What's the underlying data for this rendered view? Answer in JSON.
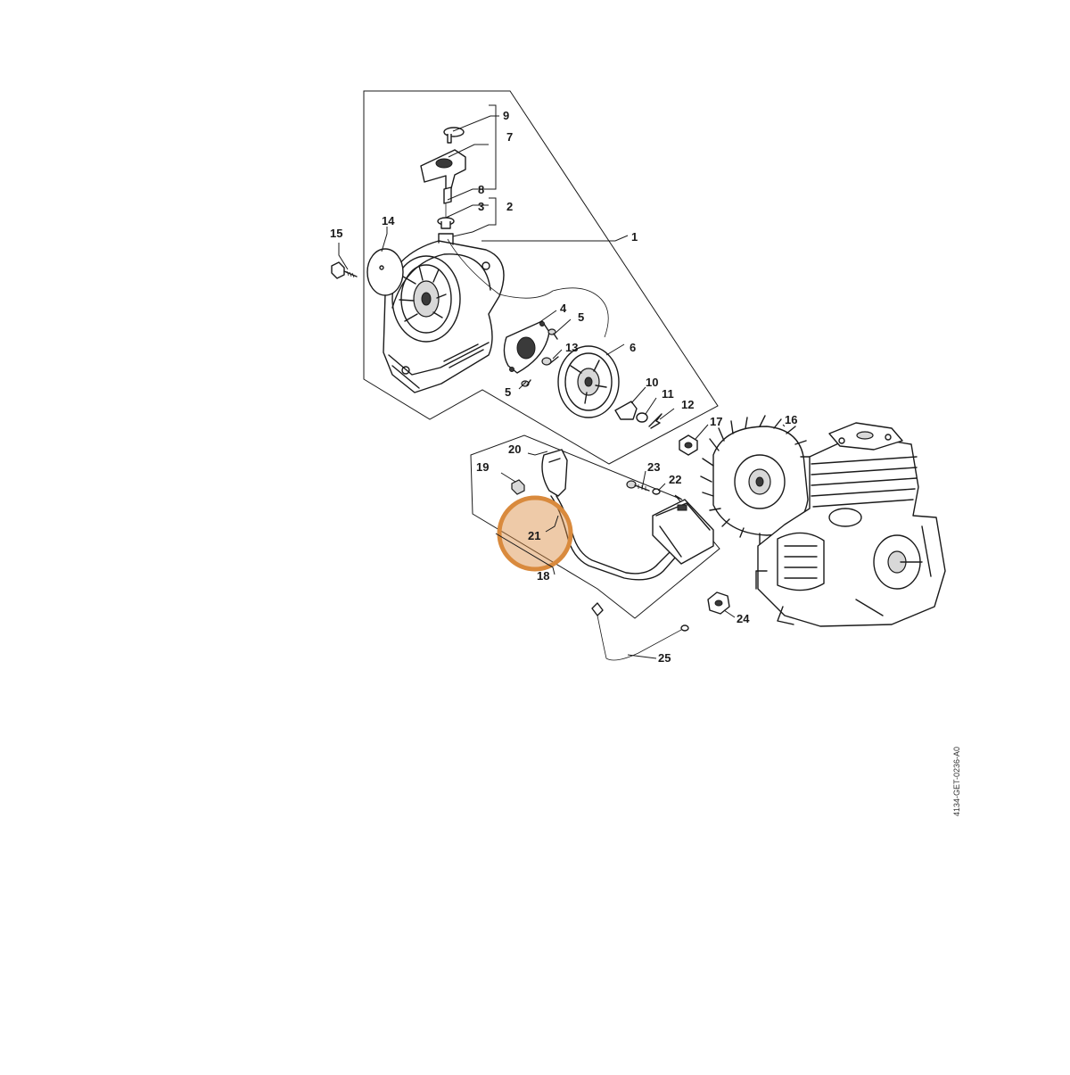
{
  "diagram": {
    "document_number": "4134-GET-0236-A0",
    "highlight": {
      "part": "21",
      "color": "#d98a3d"
    },
    "parts": [
      {
        "id": "p1",
        "label": "1"
      },
      {
        "id": "p2",
        "label": "2"
      },
      {
        "id": "p3",
        "label": "3"
      },
      {
        "id": "p4",
        "label": "4"
      },
      {
        "id": "p5a",
        "label": "5"
      },
      {
        "id": "p5b",
        "label": "5"
      },
      {
        "id": "p6",
        "label": "6"
      },
      {
        "id": "p7",
        "label": "7"
      },
      {
        "id": "p8",
        "label": "8"
      },
      {
        "id": "p9",
        "label": "9"
      },
      {
        "id": "p10",
        "label": "10"
      },
      {
        "id": "p11",
        "label": "11"
      },
      {
        "id": "p12",
        "label": "12"
      },
      {
        "id": "p13",
        "label": "13"
      },
      {
        "id": "p14",
        "label": "14"
      },
      {
        "id": "p15",
        "label": "15"
      },
      {
        "id": "p16",
        "label": "16"
      },
      {
        "id": "p17",
        "label": "17"
      },
      {
        "id": "p18",
        "label": "18"
      },
      {
        "id": "p19",
        "label": "19"
      },
      {
        "id": "p20",
        "label": "20"
      },
      {
        "id": "p21",
        "label": "21"
      },
      {
        "id": "p22",
        "label": "22"
      },
      {
        "id": "p23",
        "label": "23"
      },
      {
        "id": "p24",
        "label": "24"
      },
      {
        "id": "p25",
        "label": "25"
      }
    ]
  }
}
